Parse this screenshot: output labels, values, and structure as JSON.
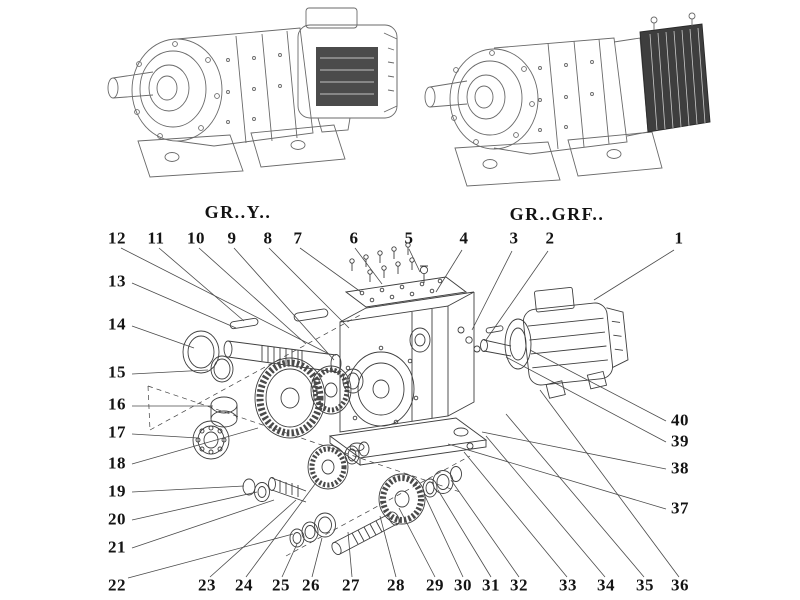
{
  "page": {
    "background": "#ffffff",
    "line_color": "#3f3f3f",
    "dark_fill": "#3e3e3e",
    "text_color": "#141414"
  },
  "variants": {
    "left_label": "GR..Y..",
    "right_label": "GR..GRF.."
  },
  "callouts": {
    "top": [
      "12",
      "11",
      "10",
      "9",
      "8",
      "7",
      "6",
      "5",
      "4",
      "3",
      "2",
      "1"
    ],
    "left": [
      "13",
      "14",
      "15",
      "16",
      "17",
      "18",
      "19",
      "20",
      "21",
      "22"
    ],
    "bottom": [
      "23",
      "24",
      "25",
      "26",
      "27",
      "28",
      "29",
      "30",
      "31",
      "32",
      "33",
      "34",
      "35",
      "36"
    ],
    "right": [
      "40",
      "39",
      "38",
      "37"
    ]
  }
}
